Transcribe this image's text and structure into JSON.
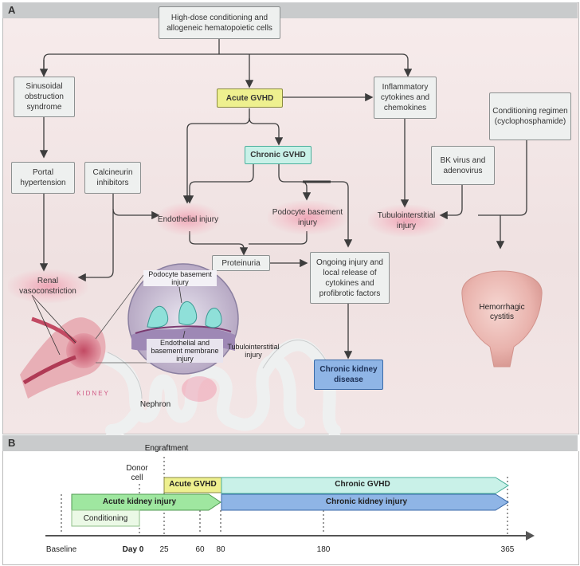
{
  "panels": {
    "a_label": "A",
    "b_label": "B"
  },
  "flow": {
    "conditioning": "High-dose conditioning and allogeneic hematopoietic cells",
    "sos": "Sinusoidal obstruction syndrome",
    "acute_gvhd": "Acute GVHD",
    "inflammatory": "Inflammatory cytokines and chemokines",
    "chronic_gvhd": "Chronic GVHD",
    "portal": "Portal hypertension",
    "calcineurin": "Calcineurin inhibitors",
    "endothelial": "Endothelial injury",
    "podocyte": "Podocyte basement injury",
    "tubulo": "Tubulointerstitial injury",
    "bk": "BK virus and adenovirus",
    "cond_regimen": "Conditioning regimen (cyclophosphamide)",
    "proteinuria": "Proteinuria",
    "ongoing": "Ongoing injury and local release of cytokines and profibrotic factors",
    "renal": "Renal vasoconstriction",
    "ckd": "Chronic kidney disease",
    "hemorrhagic": "Hemorrhagic cystitis"
  },
  "illustration": {
    "podocyte_inset": "Podocyte basement injury",
    "endo_inset": "Endothelial and basement membrane injury",
    "tubulo_label": "Tubulointerstitial injury",
    "kidney": "KIDNEY",
    "nephron": "Nephron"
  },
  "timeline": {
    "engraftment": "Engraftment",
    "donor_cell": "Donor cell",
    "acute_gvhd": "Acute GVHD",
    "chronic_gvhd": "Chronic GVHD",
    "aki": "Acute kidney injury",
    "ckd": "Chronic kidney injury",
    "conditioning": "Conditioning",
    "ticks": [
      "Baseline",
      "Day 0",
      "25",
      "60",
      "80",
      "180",
      "365"
    ]
  },
  "colors": {
    "acute": "#eef08f",
    "chronic": "#c9f1e8",
    "ckd": "#8fb5e6",
    "aki": "#9fe7a0",
    "glow": "#f07896"
  }
}
